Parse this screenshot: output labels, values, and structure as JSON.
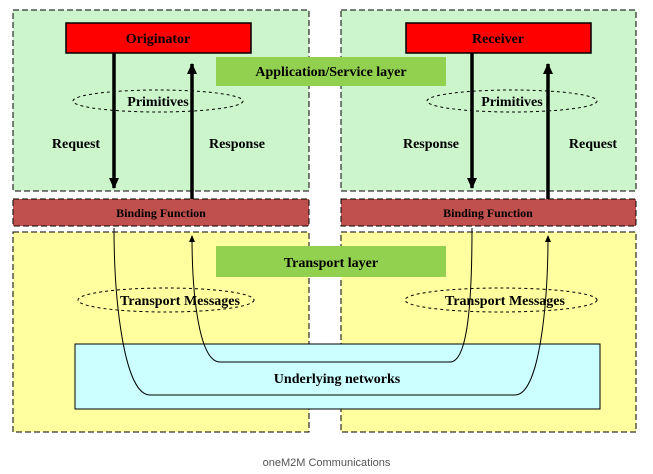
{
  "diagram": {
    "application_layer_label": "Application/Service layer",
    "transport_layer_label": "Transport layer",
    "underlying_networks_label": "Underlying networks",
    "left": {
      "entity": "Originator",
      "primitives": "Primitives",
      "down_arrow_label": "Request",
      "up_arrow_label": "Response",
      "binding": "Binding Function",
      "transport_messages": "Transport Messages"
    },
    "right": {
      "entity": "Receiver",
      "primitives": "Primitives",
      "down_arrow_label": "Response",
      "up_arrow_label": "Request",
      "binding": "Binding Function",
      "transport_messages": "Transport Messages"
    }
  },
  "caption": "oneM2M Communications",
  "colors": {
    "app_bg": "#ccf5cc",
    "transport_bg": "#ffff9f",
    "entity_fill": "#ff0000",
    "binding_fill": "#c0504d",
    "layer_label_fill": "#92d050",
    "network_fill": "#ccffff"
  }
}
